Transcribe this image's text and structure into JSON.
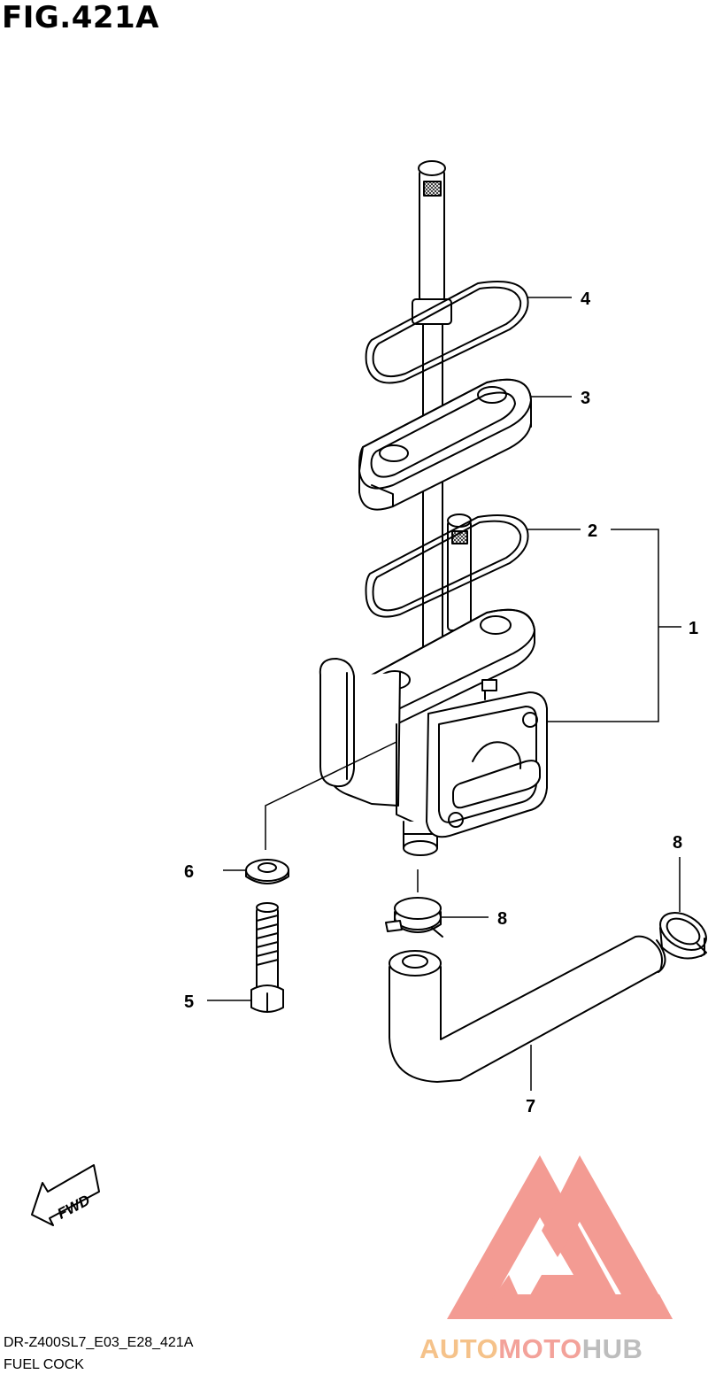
{
  "figure": {
    "title": "FIG.421A"
  },
  "callouts": [
    {
      "id": "c1",
      "text": "1"
    },
    {
      "id": "c2",
      "text": "2"
    },
    {
      "id": "c3",
      "text": "3"
    },
    {
      "id": "c4",
      "text": "4"
    },
    {
      "id": "c5",
      "text": "5"
    },
    {
      "id": "c6",
      "text": "6"
    },
    {
      "id": "c7",
      "text": "7"
    },
    {
      "id": "c8a",
      "text": "8"
    },
    {
      "id": "c8b",
      "text": "8"
    }
  ],
  "fwd_label": "FWD",
  "footer": {
    "model_code": "DR-Z400SL7_E03_E28_421A",
    "section_name": "FUEL COCK"
  },
  "watermark": {
    "part1": "AUTO",
    "part2": "MOTO",
    "part3": "HUB"
  },
  "colors": {
    "line": "#000000",
    "watermark_red": "#f07a70",
    "watermark_orange": "#f5c28a",
    "watermark_grey": "#bdbdbd"
  }
}
